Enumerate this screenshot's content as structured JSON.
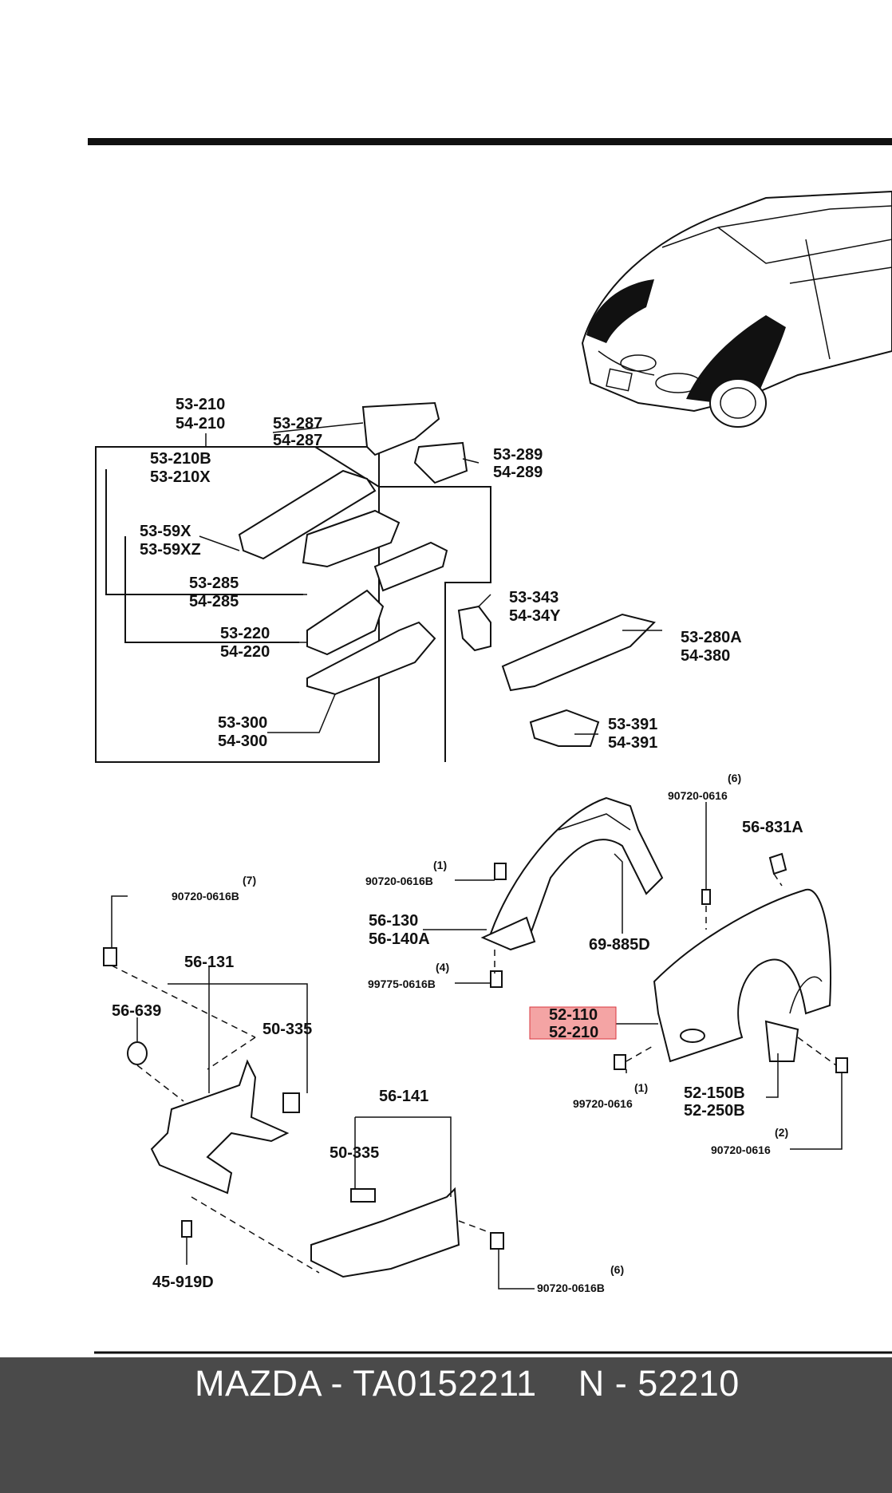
{
  "footer": {
    "caption": "MAZDA - TA0152211    N - 52210"
  },
  "highlight": {
    "color": "#eb5a5a"
  },
  "labels": {
    "l53_210": "53-210",
    "l54_210": "54-210",
    "l53_287": "53-287",
    "l54_287": "54-287",
    "l53_289": "53-289",
    "l54_289": "54-289",
    "l53_210B": "53-210B",
    "l53_210X": "53-210X",
    "l53_59X": "53-59X",
    "l53_59XZ": "53-59XZ",
    "l53_285": "53-285",
    "l54_285": "54-285",
    "l53_220": "53-220",
    "l54_220": "54-220",
    "l53_300": "53-300",
    "l54_300": "54-300",
    "l53_343": "53-343",
    "l54_34Y": "54-34Y",
    "l53_280A": "53-280A",
    "l54_380": "54-380",
    "l53_391": "53-391",
    "l54_391": "54-391",
    "q6a": "(6)",
    "p90720_0616a": "90720-0616",
    "l56_831A": "56-831A",
    "q1a": "(1)",
    "p90720_0616Ba": "90720-0616B",
    "l56_130": "56-130",
    "l56_140A": "56-140A",
    "q4": "(4)",
    "p99775_0616B": "99775-0616B",
    "l69_885D": "69-885D",
    "q7": "(7)",
    "p90720_0616Bb": "90720-0616B",
    "l56_131": "56-131",
    "l56_639": "56-639",
    "l50_335a": "50-335",
    "l52_110": "52-110",
    "l52_210": "52-210",
    "q1b": "(1)",
    "p99720_0616": "99720-0616",
    "l52_150B": "52-150B",
    "l52_250B": "52-250B",
    "q2": "(2)",
    "p90720_0616b": "90720-0616",
    "l56_141": "56-141",
    "l50_335b": "50-335",
    "q6b": "(6)",
    "p90720_0616Bc": "90720-0616B",
    "l45_919D": "45-919D"
  }
}
